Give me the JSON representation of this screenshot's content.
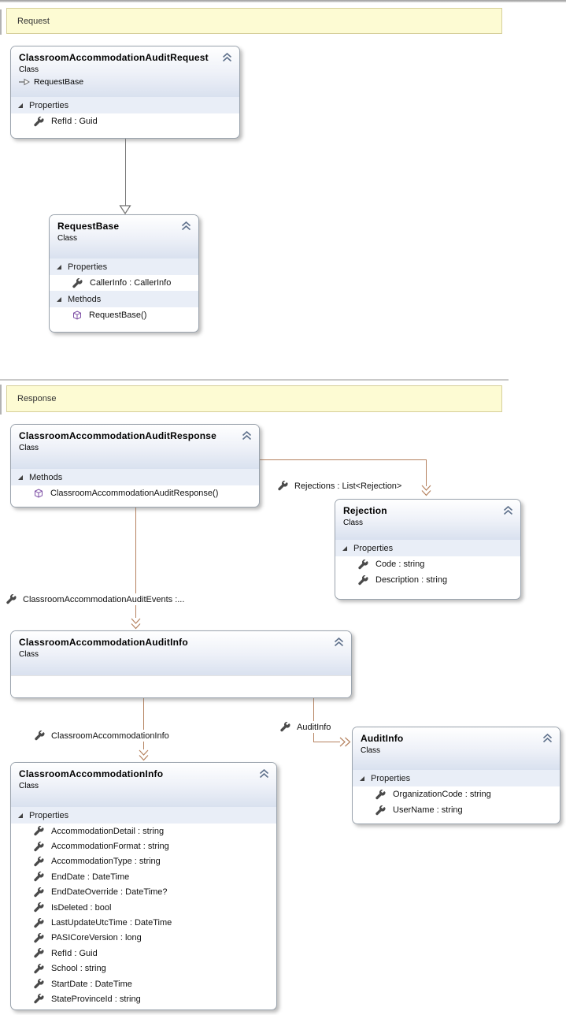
{
  "banners": {
    "request": "Request",
    "response": "Response"
  },
  "colors": {
    "connector": "#b5825f",
    "inheritance_line": "#787878",
    "banner_bg": "#fdfbd3",
    "banner_border": "#d6cf9a",
    "box_border": "#9aa3ad",
    "header_gradient_end": "#d9e1ef",
    "section_bg": "#e9eef7",
    "method_icon": "#7d4fa5",
    "wrench_icon": "#4a4a4a"
  },
  "classes": {
    "audit_request": {
      "title": "ClassroomAccommodationAuditRequest",
      "kind": "Class",
      "base": "RequestBase",
      "sections": [
        {
          "label": "Properties",
          "members": [
            "RefId : Guid"
          ]
        }
      ]
    },
    "request_base": {
      "title": "RequestBase",
      "kind": "Class",
      "sections": [
        {
          "label": "Properties",
          "members": [
            "CallerInfo : CallerInfo"
          ]
        },
        {
          "label": "Methods",
          "members": [
            "RequestBase()"
          ]
        }
      ]
    },
    "audit_response": {
      "title": "ClassroomAccommodationAuditResponse",
      "kind": "Class",
      "sections": [
        {
          "label": "Methods",
          "members": [
            "ClassroomAccommodationAuditResponse()"
          ]
        }
      ]
    },
    "rejection": {
      "title": "Rejection",
      "kind": "Class",
      "sections": [
        {
          "label": "Properties",
          "members": [
            "Code : string",
            "Description : string"
          ]
        }
      ]
    },
    "audit_info_events": {
      "title": "ClassroomAccommodationAuditInfo",
      "kind": "Class",
      "sections": []
    },
    "audit_info": {
      "title": "AuditInfo",
      "kind": "Class",
      "sections": [
        {
          "label": "Properties",
          "members": [
            "OrganizationCode : string",
            "UserName : string"
          ]
        }
      ]
    },
    "accommodation_info": {
      "title": "ClassroomAccommodationInfo",
      "kind": "Class",
      "sections": [
        {
          "label": "Properties",
          "members": [
            "AccommodationDetail : string",
            "AccommodationFormat : string",
            "AccommodationType : string",
            "EndDate : DateTime",
            "EndDateOverride : DateTime?",
            "IsDeleted : bool",
            "LastUpdateUtcTime : DateTime",
            "PASICoreVersion : long",
            "RefId : Guid",
            "School : string",
            "StartDate : DateTime",
            "StateProvinceId : string"
          ]
        }
      ]
    }
  },
  "connectors": {
    "rejections": {
      "label": "Rejections : List<Rejection>"
    },
    "audit_events": {
      "label": "ClassroomAccommodationAuditEvents :..."
    },
    "accommodation_info": {
      "label": "ClassroomAccommodationInfo"
    },
    "audit_info": {
      "label": "AuditInfo"
    }
  }
}
